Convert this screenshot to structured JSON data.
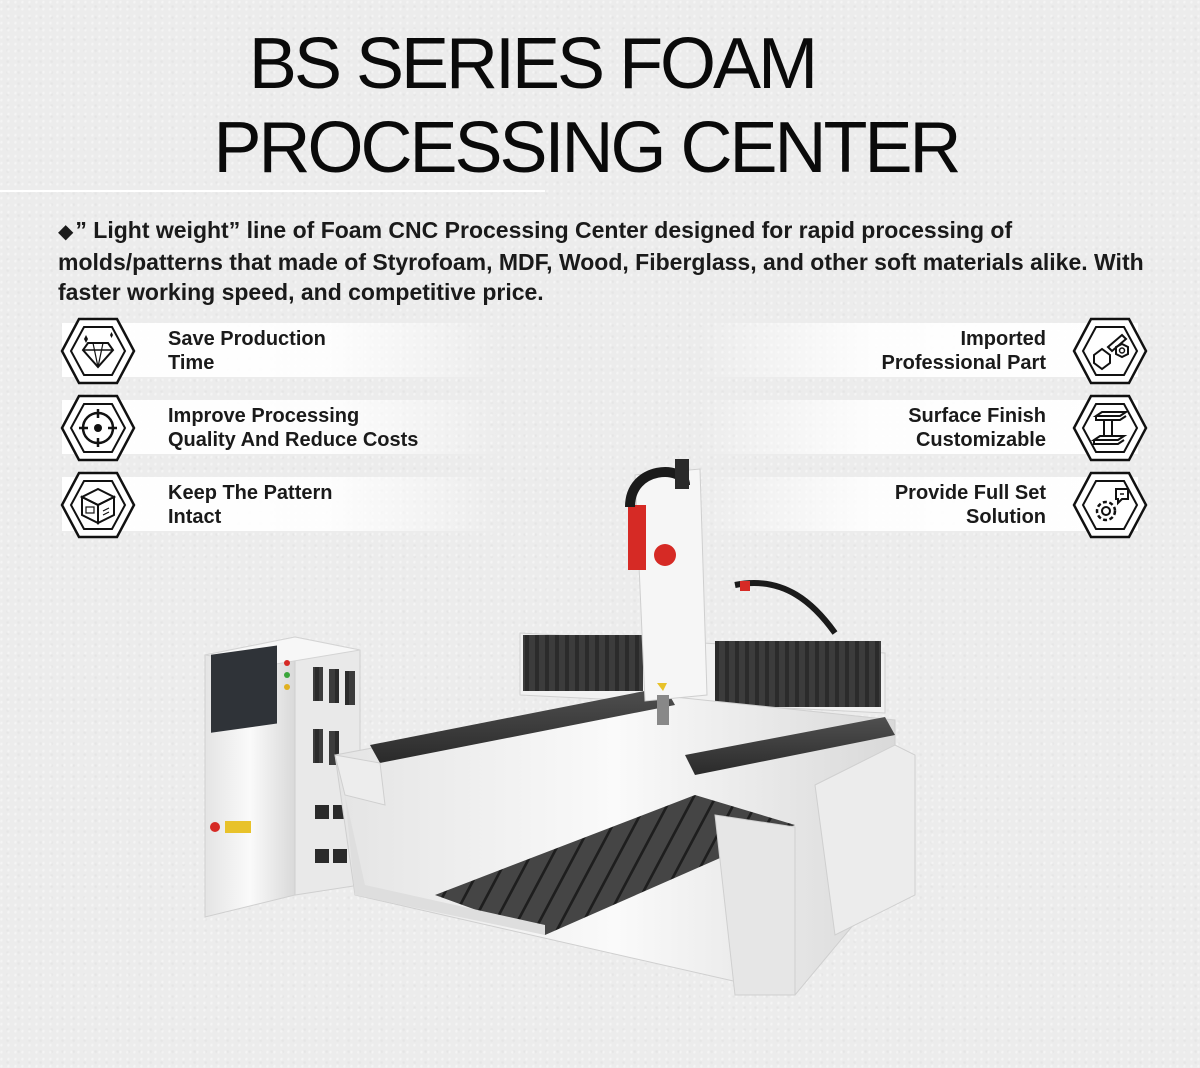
{
  "title": {
    "line1": "BS SERIES FOAM",
    "line2": "PROCESSING CENTER"
  },
  "intro": {
    "bullet": "◆",
    "text": "” Light weight”  line of Foam CNC Processing Center designed for rapid processing of molds/patterns that made of Styrofoam, MDF, Wood, Fiberglass, and other soft materials alike. With faster working speed, and competitive price."
  },
  "features": {
    "left": [
      {
        "label": "Save Production\nTime",
        "icon": "diamond-icon"
      },
      {
        "label": "Improve Processing\nQuality And Reduce Costs",
        "icon": "target-icon"
      },
      {
        "label": "Keep The Pattern\nIntact",
        "icon": "package-box-icon"
      }
    ],
    "right": [
      {
        "label": "Imported\nProfessional Part",
        "icon": "bolt-nut-icon"
      },
      {
        "label": "Surface Finish\nCustomizable",
        "icon": "steel-beam-icon"
      },
      {
        "label": "Provide Full Set\nSolution",
        "icon": "gear-chat-icon"
      }
    ]
  },
  "colors": {
    "background": "#ececec",
    "text": "#1a1a1a",
    "accent_red": "#d62a25",
    "machine_white": "#f3f3f3",
    "rail_dark": "#3a3a3a"
  }
}
